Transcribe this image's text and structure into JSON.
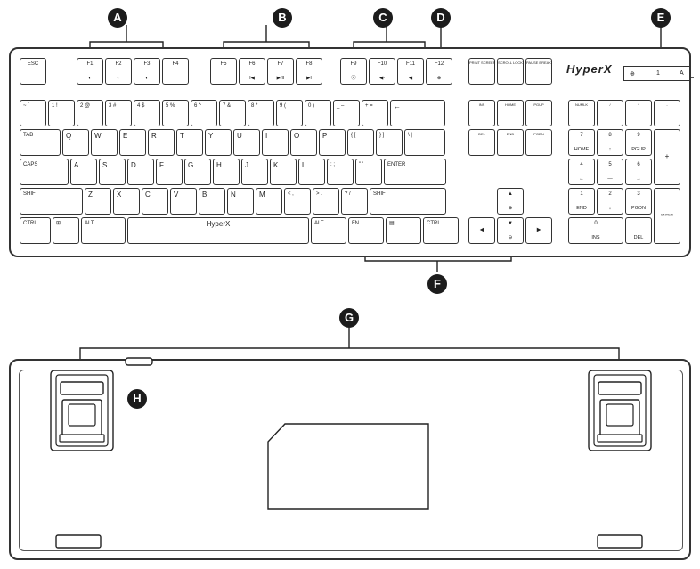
{
  "brand": "HyperX",
  "indicators": {
    "game_icon": "⊕",
    "num": "1",
    "caps": "A"
  },
  "callouts": [
    "A",
    "B",
    "C",
    "D",
    "E",
    "F",
    "G",
    "H"
  ],
  "rows": {
    "f": [
      {
        "t": "ESC"
      },
      {
        "t": "F1",
        "b": "◐"
      },
      {
        "t": "F2",
        "b": "◐"
      },
      {
        "t": "F3",
        "b": "◐"
      },
      {
        "t": "F4"
      },
      {
        "t": "F5"
      },
      {
        "t": "F6",
        "b": "I◀"
      },
      {
        "t": "F7",
        "b": "▶/II"
      },
      {
        "t": "F8",
        "b": "▶I"
      },
      {
        "t": "F9",
        "b": "⦿"
      },
      {
        "t": "F10",
        "b": "◀-"
      },
      {
        "t": "F11",
        "b": "◀"
      },
      {
        "t": "F12",
        "b": "⊕"
      },
      {
        "t": "PRINT SCREEN"
      },
      {
        "t": "SCROLL LOCK"
      },
      {
        "t": "PAUSE BREAK"
      }
    ],
    "num": [
      "~ `",
      "1 !",
      "2 @",
      "3 #",
      "4 $",
      "5 %",
      "6 ^",
      "7 &",
      "8 *",
      "9 (",
      "0 )",
      "_ –",
      "+ =",
      "←"
    ],
    "qwerty": [
      "TAB",
      "Q",
      "W",
      "E",
      "R",
      "T",
      "Y",
      "U",
      "I",
      "O",
      "P",
      "{ [",
      "} ]",
      "\\ |"
    ],
    "home": [
      "CAPS",
      "A",
      "S",
      "D",
      "F",
      "G",
      "H",
      "J",
      "K",
      "L",
      ": ;",
      "\" '",
      "ENTER"
    ],
    "shift": [
      "SHIFT",
      "Z",
      "X",
      "C",
      "V",
      "B",
      "N",
      "M",
      "< ,",
      "> .",
      "? /",
      "SHIFT"
    ],
    "bottom": [
      "CTRL",
      "⊞",
      "ALT",
      "HyperX",
      "ALT",
      "FN",
      "▤",
      "CTRL"
    ],
    "nav": [
      "INS",
      "HOME",
      "PGUP",
      "DEL",
      "END",
      "PGDN"
    ],
    "arrows": {
      "up": "▲",
      "up_sub": "⊕",
      "left": "◀",
      "down": "▼",
      "down_sub": "⊖",
      "right": "▶"
    },
    "numpad": {
      "r1": [
        "NUMLK",
        "/",
        "*",
        "-"
      ],
      "r2": [
        {
          "t": "7",
          "b": "HOME"
        },
        {
          "t": "8",
          "b": "↑"
        },
        {
          "t": "9",
          "b": "PGUP"
        }
      ],
      "r3": [
        {
          "t": "4",
          "b": "←"
        },
        {
          "t": "5",
          "b": "—"
        },
        {
          "t": "6",
          "b": "→"
        }
      ],
      "r4": [
        {
          "t": "1",
          "b": "END"
        },
        {
          "t": "2",
          "b": "↓"
        },
        {
          "t": "3",
          "b": "PGDN"
        }
      ],
      "r5": [
        {
          "t": "0",
          "b": "INS"
        },
        {
          "t": ".",
          "b": "DEL"
        }
      ],
      "plus": "+",
      "enter": "ENTER"
    }
  }
}
